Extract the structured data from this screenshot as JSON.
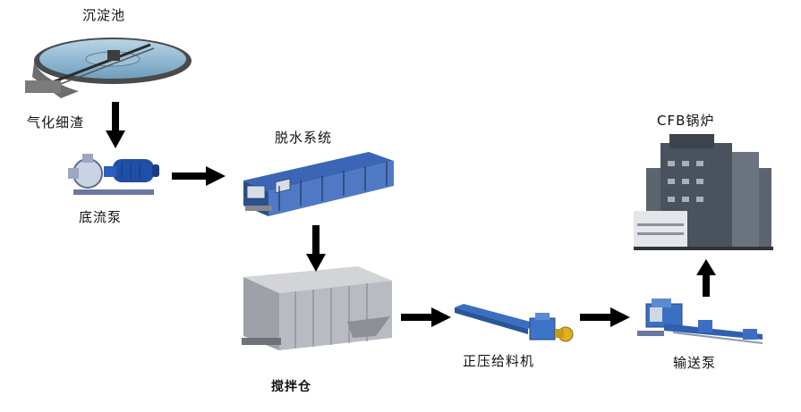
{
  "nodes": {
    "clarifier": {
      "label": "沉淀池"
    },
    "pump": {
      "label": "底流泵"
    },
    "dewatering": {
      "label": "脱水系统"
    },
    "mixing_bin": {
      "label": "搅拌仓"
    },
    "feeder": {
      "label": "正压给料机"
    },
    "transfer_pump": {
      "label": "输送泵"
    },
    "boiler": {
      "label": "CFB锅炉"
    }
  },
  "edges": [
    {
      "from": "clarifier",
      "to": "pump",
      "label": "气化细渣"
    },
    {
      "from": "pump",
      "to": "dewatering"
    },
    {
      "from": "dewatering",
      "to": "mixing_bin"
    },
    {
      "from": "mixing_bin",
      "to": "feeder"
    },
    {
      "from": "feeder",
      "to": "transfer_pump"
    },
    {
      "from": "transfer_pump",
      "to": "boiler"
    }
  ]
}
